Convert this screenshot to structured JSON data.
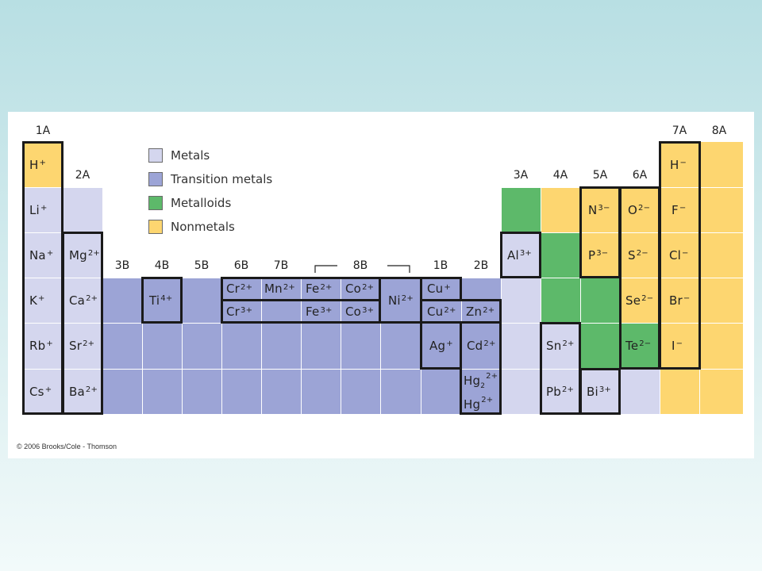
{
  "groups": {
    "g1A": "1A",
    "g2A": "2A",
    "g3B": "3B",
    "g4B": "4B",
    "g5B": "5B",
    "g6B": "6B",
    "g7B": "7B",
    "g8B": "8B",
    "g1B": "1B",
    "g2B": "2B",
    "g3A": "3A",
    "g4A": "4A",
    "g5A": "5A",
    "g6A": "6A",
    "g7A": "7A",
    "g8A": "8A"
  },
  "legend": [
    {
      "label": "Metals",
      "color": "#d4d6ee"
    },
    {
      "label": "Transition metals",
      "color": "#9ca4d6"
    },
    {
      "label": "Metalloids",
      "color": "#5db96a"
    },
    {
      "label": "Nonmetals",
      "color": "#fdd670"
    }
  ],
  "ions": {
    "H_plus": {
      "sym": "H",
      "chg": "+"
    },
    "Li": {
      "sym": "Li",
      "chg": "+"
    },
    "Na": {
      "sym": "Na",
      "chg": "+"
    },
    "K": {
      "sym": "K",
      "chg": "+"
    },
    "Rb": {
      "sym": "Rb",
      "chg": "+"
    },
    "Cs": {
      "sym": "Cs",
      "chg": "+"
    },
    "Mg": {
      "sym": "Mg",
      "chg": "2+"
    },
    "Ca": {
      "sym": "Ca",
      "chg": "2+"
    },
    "Sr": {
      "sym": "Sr",
      "chg": "2+"
    },
    "Ba": {
      "sym": "Ba",
      "chg": "2+"
    },
    "Ti": {
      "sym": "Ti",
      "chg": "4+"
    },
    "Cr2": {
      "sym": "Cr",
      "chg": "2+"
    },
    "Cr3": {
      "sym": "Cr",
      "chg": "3+"
    },
    "Mn": {
      "sym": "Mn",
      "chg": "2+"
    },
    "Fe2": {
      "sym": "Fe",
      "chg": "2+"
    },
    "Fe3": {
      "sym": "Fe",
      "chg": "3+"
    },
    "Co2": {
      "sym": "Co",
      "chg": "2+"
    },
    "Co3": {
      "sym": "Co",
      "chg": "3+"
    },
    "Ni": {
      "sym": "Ni",
      "chg": "2+"
    },
    "Cu1": {
      "sym": "Cu",
      "chg": "+"
    },
    "Cu2": {
      "sym": "Cu",
      "chg": "2+"
    },
    "Ag": {
      "sym": "Ag",
      "chg": "+"
    },
    "Zn": {
      "sym": "Zn",
      "chg": "2+"
    },
    "Cd": {
      "sym": "Cd",
      "chg": "2+"
    },
    "Hg22": {
      "sym": "Hg",
      "sub": "2",
      "chg": "2+"
    },
    "Hg2": {
      "sym": "Hg",
      "chg": "2+"
    },
    "Al": {
      "sym": "Al",
      "chg": "3+"
    },
    "Sn": {
      "sym": "Sn",
      "chg": "2+"
    },
    "Pb": {
      "sym": "Pb",
      "chg": "2+"
    },
    "Bi": {
      "sym": "Bi",
      "chg": "3+"
    },
    "N": {
      "sym": "N",
      "chg": "3−"
    },
    "P": {
      "sym": "P",
      "chg": "3−"
    },
    "O": {
      "sym": "O",
      "chg": "2−"
    },
    "S": {
      "sym": "S",
      "chg": "2−"
    },
    "Se": {
      "sym": "Se",
      "chg": "2−"
    },
    "Te": {
      "sym": "Te",
      "chg": "2−"
    },
    "H_minus": {
      "sym": "H",
      "chg": "−"
    },
    "F": {
      "sym": "F",
      "chg": "−"
    },
    "Cl": {
      "sym": "Cl",
      "chg": "−"
    },
    "Br": {
      "sym": "Br",
      "chg": "−"
    },
    "I": {
      "sym": "I",
      "chg": "−"
    }
  },
  "copyright": "© 2006 Brooks/Cole - Thomson"
}
